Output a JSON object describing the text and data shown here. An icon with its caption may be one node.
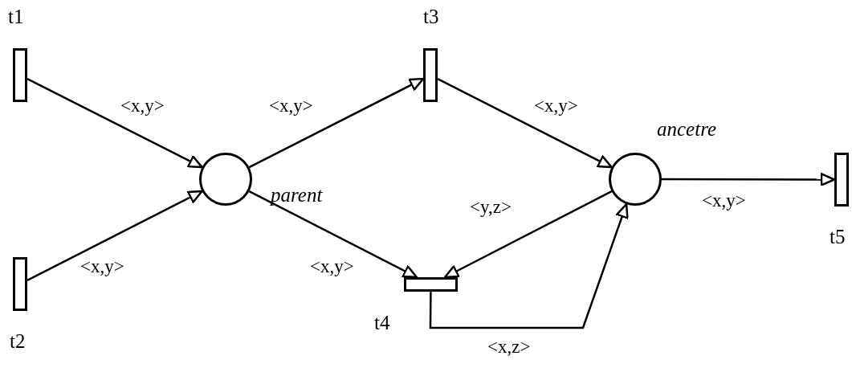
{
  "diagram": {
    "nodes": [
      {
        "text": [
          "t1"
        ]
      },
      {
        "text": [
          "t2"
        ]
      },
      {
        "text": [
          "parent"
        ]
      },
      {
        "text": [
          "t3"
        ]
      },
      {
        "text": [
          "t4"
        ]
      },
      {
        "text": [
          "ancetre"
        ]
      },
      {
        "text": [
          "t5"
        ]
      }
    ],
    "edges": [
      {
        "from": 0,
        "to": 2,
        "arrow": "to",
        "label": "<x,y>"
      },
      {
        "from": 1,
        "to": 2,
        "arrow": "to",
        "label": "<x,y>"
      },
      {
        "from": 2,
        "to": 3,
        "arrow": "to",
        "label": "<x,y>"
      },
      {
        "from": 2,
        "to": 4,
        "arrow": "to",
        "label": "<x,y>"
      },
      {
        "from": 3,
        "to": 5,
        "arrow": "to",
        "label": "<x,y>"
      },
      {
        "from": 5,
        "to": 4,
        "arrow": "to",
        "label": "<y,z>"
      },
      {
        "from": 4,
        "to": 5,
        "arrow": "to",
        "label": "<x,z>"
      },
      {
        "from": 5,
        "to": 6,
        "arrow": "to",
        "label": "<x,y>"
      }
    ]
  }
}
